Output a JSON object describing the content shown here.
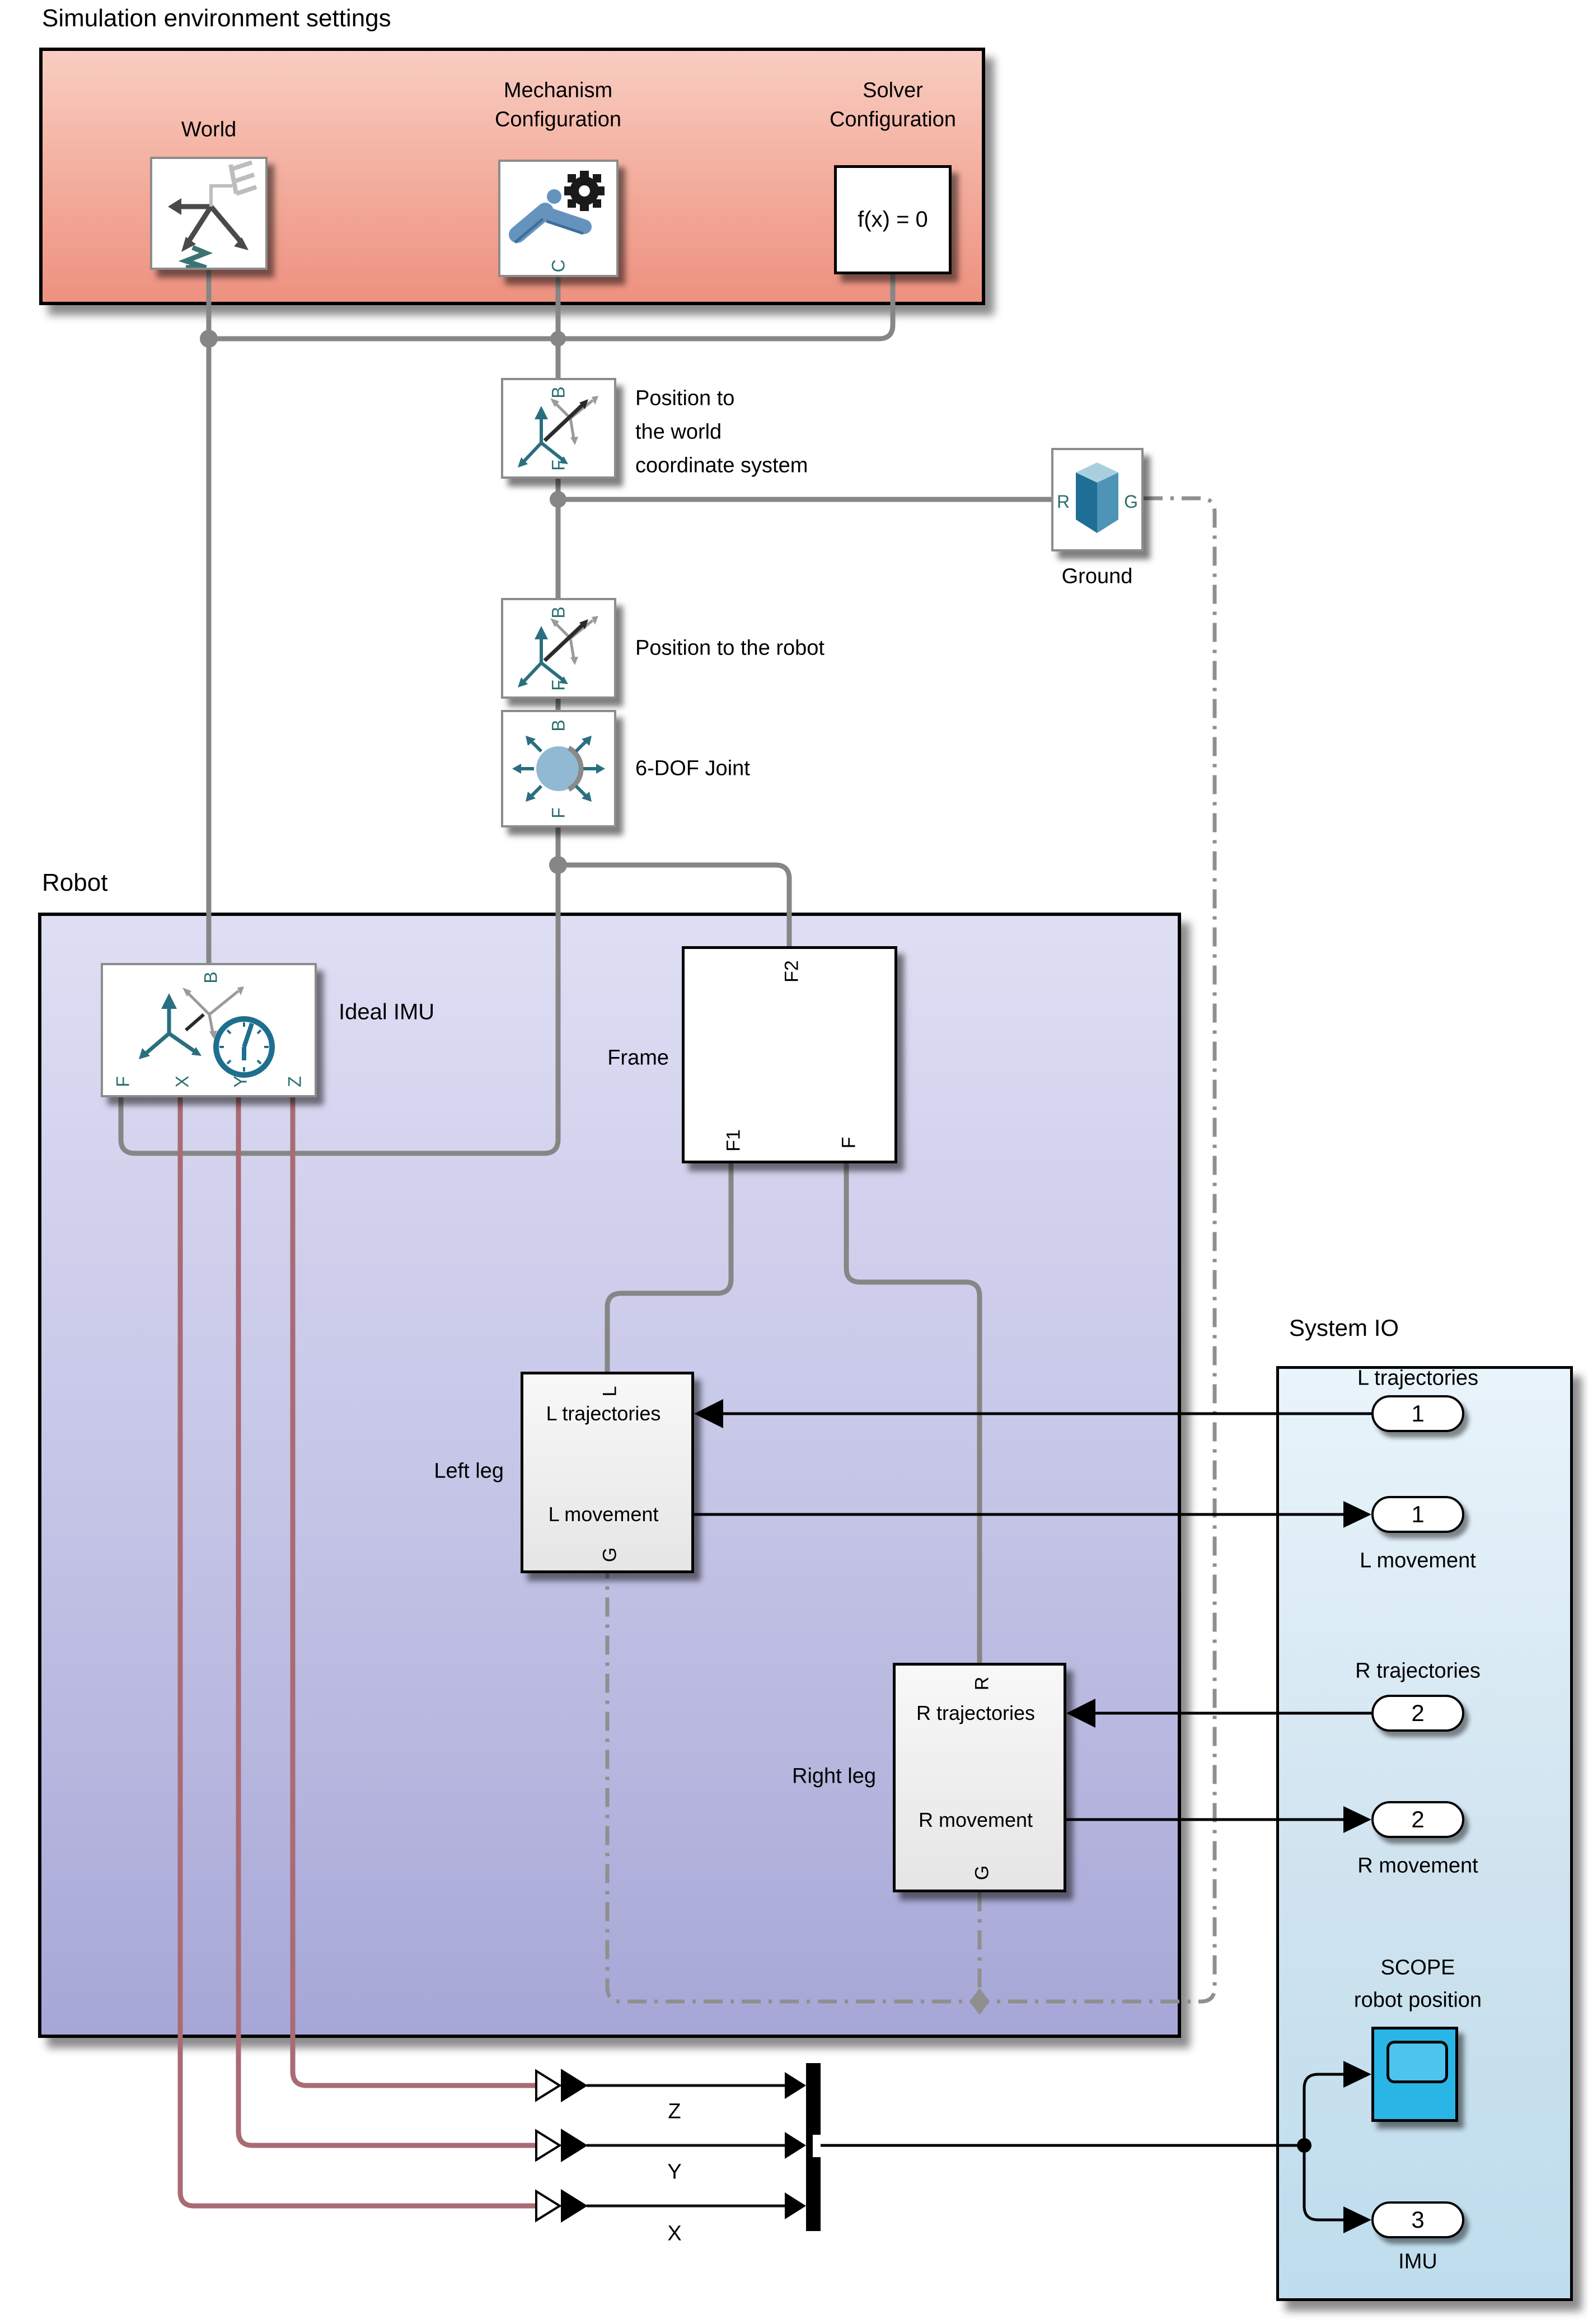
{
  "env": {
    "title": "Simulation environment settings",
    "world": {
      "label": "World"
    },
    "mechanism": {
      "line1": "Mechanism",
      "line2": "Configuration",
      "port": "C"
    },
    "solver": {
      "line1": "Solver",
      "line2": "Configuration",
      "expr": "f(x) = 0"
    }
  },
  "posworld": {
    "line1": "Position to",
    "line2": "the world",
    "line3": "coordinate system",
    "port_top": "B",
    "port_bottom": "F"
  },
  "ground": {
    "label": "Ground",
    "port_left": "R",
    "port_right": "G"
  },
  "posrobot": {
    "label": "Position to the robot",
    "port_top": "B",
    "port_bottom": "F"
  },
  "joint": {
    "label": "6-DOF Joint",
    "port_top": "B",
    "port_bottom": "F"
  },
  "robot": {
    "title": "Robot",
    "imu": {
      "label": "Ideal IMU",
      "port_top": "B",
      "pf": "F",
      "px": "X",
      "py": "Y",
      "pz": "Z"
    },
    "frame": {
      "label": "Frame",
      "pt": "F2",
      "pbl": "F1",
      "pbr": "F"
    },
    "left": {
      "label": "Left leg",
      "pt": "L",
      "row1": "L trajectories",
      "row2": "L movement",
      "pb": "G"
    },
    "right": {
      "label": "Right leg",
      "pt": "R",
      "row1": "R trajectories",
      "row2": "R movement",
      "pb": "G"
    }
  },
  "sysio": {
    "title": "System IO",
    "ltraj_label": "L trajectories",
    "ltraj_num": "1",
    "lmove_label": "L movement",
    "lmove_num": "1",
    "rtraj_label": "R trajectories",
    "rtraj_num": "2",
    "rmove_label": "R movement",
    "rmove_num": "2",
    "scope1": "SCOPE",
    "scope2": "robot position",
    "imu_num": "3",
    "imu_label": "IMU"
  },
  "signals": {
    "x": "X",
    "y": "Y",
    "z": "Z"
  },
  "colors": {
    "env_fill": "#ee9180",
    "robot_fill": "#a7a7d7",
    "sysio_fill": "#bedded",
    "scope_cyan": "#29b6e7",
    "wire_gray": "#868686",
    "wire_maroon": "#a96b74",
    "wire_black": "#000000",
    "port_teal": "#2a6e6e"
  }
}
